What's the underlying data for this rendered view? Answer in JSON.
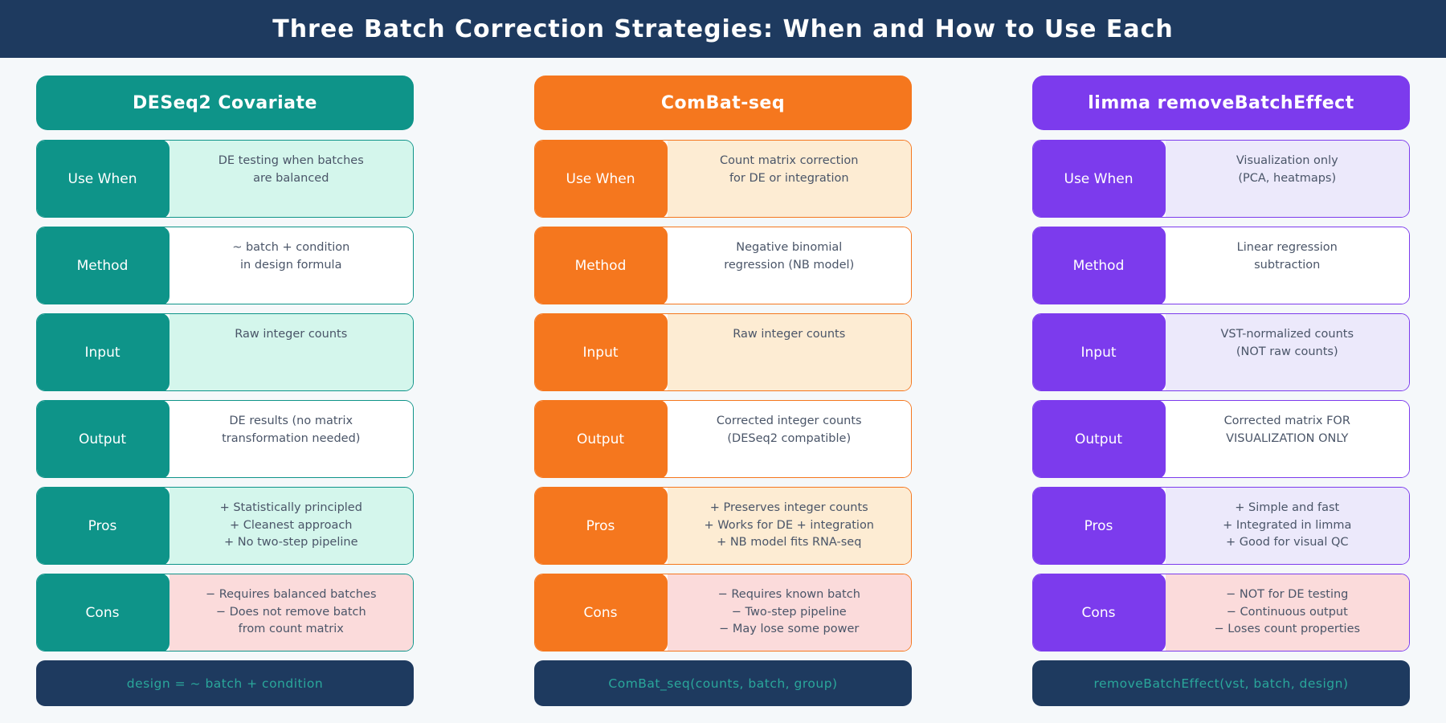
{
  "title": "Three Batch Correction Strategies: When and How to Use Each",
  "colors": {
    "navy": "#1e3a5f",
    "page_bg": "#f5f8fa",
    "pink": "#fbdbdb",
    "value_text": "#4a5568",
    "code_text": "#2aa79b"
  },
  "columns": [
    {
      "name": "DESeq2 Covariate",
      "accent": "#0e9489",
      "tint": "#d4f6ec",
      "rows": [
        {
          "label": "Use When",
          "lines": [
            "DE testing when batches",
            "are balanced"
          ]
        },
        {
          "label": "Method",
          "lines": [
            "~ batch + condition",
            "in design formula"
          ]
        },
        {
          "label": "Input",
          "lines": [
            "Raw integer counts"
          ]
        },
        {
          "label": "Output",
          "lines": [
            "DE results (no matrix",
            "transformation needed)"
          ]
        },
        {
          "label": "Pros",
          "lines": [
            "+ Statistically principled",
            "+ Cleanest approach",
            "+ No two-step pipeline"
          ]
        },
        {
          "label": "Cons",
          "lines": [
            "− Requires balanced batches",
            "− Does not remove batch",
            "from count matrix"
          ]
        }
      ],
      "code": "design = ~ batch + condition"
    },
    {
      "name": "ComBat-seq",
      "accent": "#f5771e",
      "tint": "#fdecd3",
      "rows": [
        {
          "label": "Use When",
          "lines": [
            "Count matrix correction",
            "for DE or integration"
          ]
        },
        {
          "label": "Method",
          "lines": [
            "Negative binomial",
            "regression (NB model)"
          ]
        },
        {
          "label": "Input",
          "lines": [
            "Raw integer counts"
          ]
        },
        {
          "label": "Output",
          "lines": [
            "Corrected integer counts",
            "(DESeq2 compatible)"
          ]
        },
        {
          "label": "Pros",
          "lines": [
            "+ Preserves integer counts",
            "+ Works for DE + integration",
            "+ NB model fits RNA-seq"
          ]
        },
        {
          "label": "Cons",
          "lines": [
            "− Requires known batch",
            "− Two-step pipeline",
            "− May lose some power"
          ]
        }
      ],
      "code": "ComBat_seq(counts, batch, group)"
    },
    {
      "name": "limma removeBatchEffect",
      "accent": "#7c3bed",
      "tint": "#ece9fb",
      "rows": [
        {
          "label": "Use When",
          "lines": [
            "Visualization only",
            "(PCA, heatmaps)"
          ]
        },
        {
          "label": "Method",
          "lines": [
            "Linear regression",
            "subtraction"
          ]
        },
        {
          "label": "Input",
          "lines": [
            "VST-normalized counts",
            "(NOT raw counts)"
          ]
        },
        {
          "label": "Output",
          "lines": [
            "Corrected matrix FOR",
            "VISUALIZATION ONLY"
          ]
        },
        {
          "label": "Pros",
          "lines": [
            "+ Simple and fast",
            "+ Integrated in limma",
            "+ Good for visual QC"
          ]
        },
        {
          "label": "Cons",
          "lines": [
            "− NOT for DE testing",
            "− Continuous output",
            "− Loses count properties"
          ]
        }
      ],
      "code": "removeBatchEffect(vst, batch, design)"
    }
  ]
}
